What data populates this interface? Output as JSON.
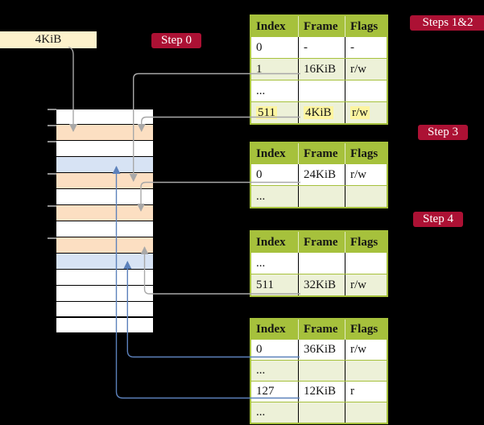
{
  "frame_box": {
    "label": "4KiB"
  },
  "badges": {
    "step0": "Step 0",
    "steps12": "Steps 1&2",
    "step3": "Step 3",
    "step4": "Step 4"
  },
  "table_headers": [
    "Index",
    "Frame",
    "Flags"
  ],
  "tables": {
    "t1": {
      "rows": [
        {
          "index": "0",
          "frame": "-",
          "flags": "-"
        },
        {
          "index": "1",
          "frame": "16KiB",
          "flags": "r/w"
        },
        {
          "index": "...",
          "frame": "",
          "flags": ""
        },
        {
          "index": "511",
          "frame": "4KiB",
          "flags": "r/w"
        }
      ]
    },
    "t2": {
      "rows": [
        {
          "index": "0",
          "frame": "24KiB",
          "flags": "r/w"
        },
        {
          "index": "...",
          "frame": "",
          "flags": ""
        }
      ]
    },
    "t3": {
      "rows": [
        {
          "index": "...",
          "frame": "",
          "flags": ""
        },
        {
          "index": "511",
          "frame": "32KiB",
          "flags": "r/w"
        }
      ]
    },
    "t4": {
      "rows": [
        {
          "index": "0",
          "frame": "36KiB",
          "flags": "r/w"
        },
        {
          "index": "...",
          "frame": "",
          "flags": ""
        },
        {
          "index": "127",
          "frame": "12KiB",
          "flags": "r"
        },
        {
          "index": "...",
          "frame": "",
          "flags": ""
        }
      ]
    }
  },
  "memory_strip": {
    "rows": [
      "free",
      "page-table",
      "free",
      "mapped-page",
      "page-table",
      "free",
      "page-table",
      "free",
      "page-table",
      "mapped-page",
      "free",
      "free",
      "free",
      "free"
    ]
  },
  "colors": {
    "accent_green": "#a6c13c",
    "row_green": "#edf1d8",
    "highlight_yellow": "#fdf5a0",
    "badge_crimson": "#ac1134",
    "frame_peach": "#fcdfc2",
    "page_blue": "#d7e3f4",
    "box_cream": "#fdf2cc",
    "arrow_gray": "#a8a8a8",
    "arrow_blue": "#5c81bb"
  }
}
